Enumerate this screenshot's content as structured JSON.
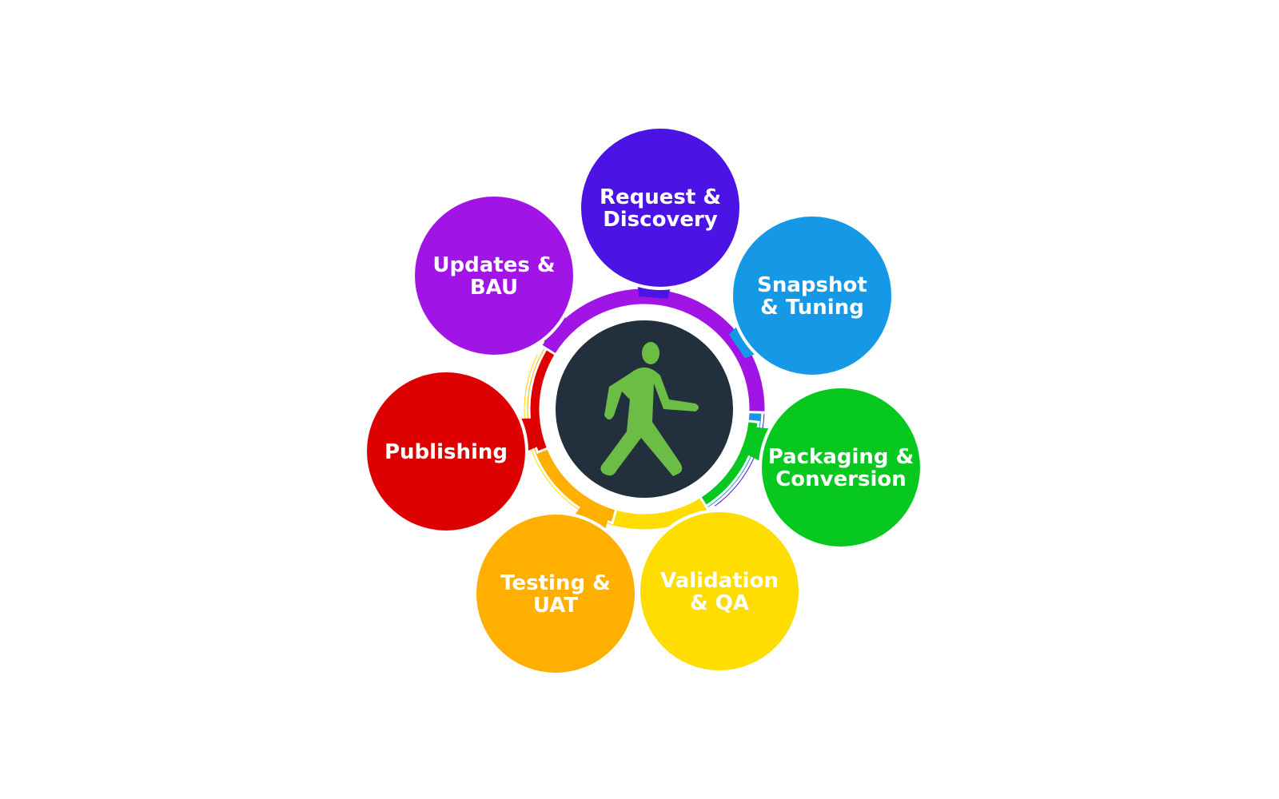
{
  "diagram": {
    "center": {
      "icon": "walking-person-icon",
      "background_color": "#22303d",
      "icon_color": "#6cbd45"
    },
    "stages": [
      {
        "id": "request-discovery",
        "lines": [
          "Request &",
          "Discovery"
        ],
        "color": "#4b14e4"
      },
      {
        "id": "snapshot-tuning",
        "lines": [
          "Snapshot",
          "& Tuning"
        ],
        "color": "#1599e6"
      },
      {
        "id": "packaging-conversion",
        "lines": [
          "Packaging &",
          "Conversion"
        ],
        "color": "#06c81f"
      },
      {
        "id": "validation-qa",
        "lines": [
          "Validation",
          "& QA"
        ],
        "color": "#ffdd00"
      },
      {
        "id": "testing-uat",
        "lines": [
          "Testing &",
          "UAT"
        ],
        "color": "#ffaf00"
      },
      {
        "id": "publishing",
        "lines": [
          "Publishing"
        ],
        "color": "#dd0000"
      },
      {
        "id": "updates-bau",
        "lines": [
          "Updates &",
          "BAU"
        ],
        "color": "#a014e6"
      }
    ]
  }
}
